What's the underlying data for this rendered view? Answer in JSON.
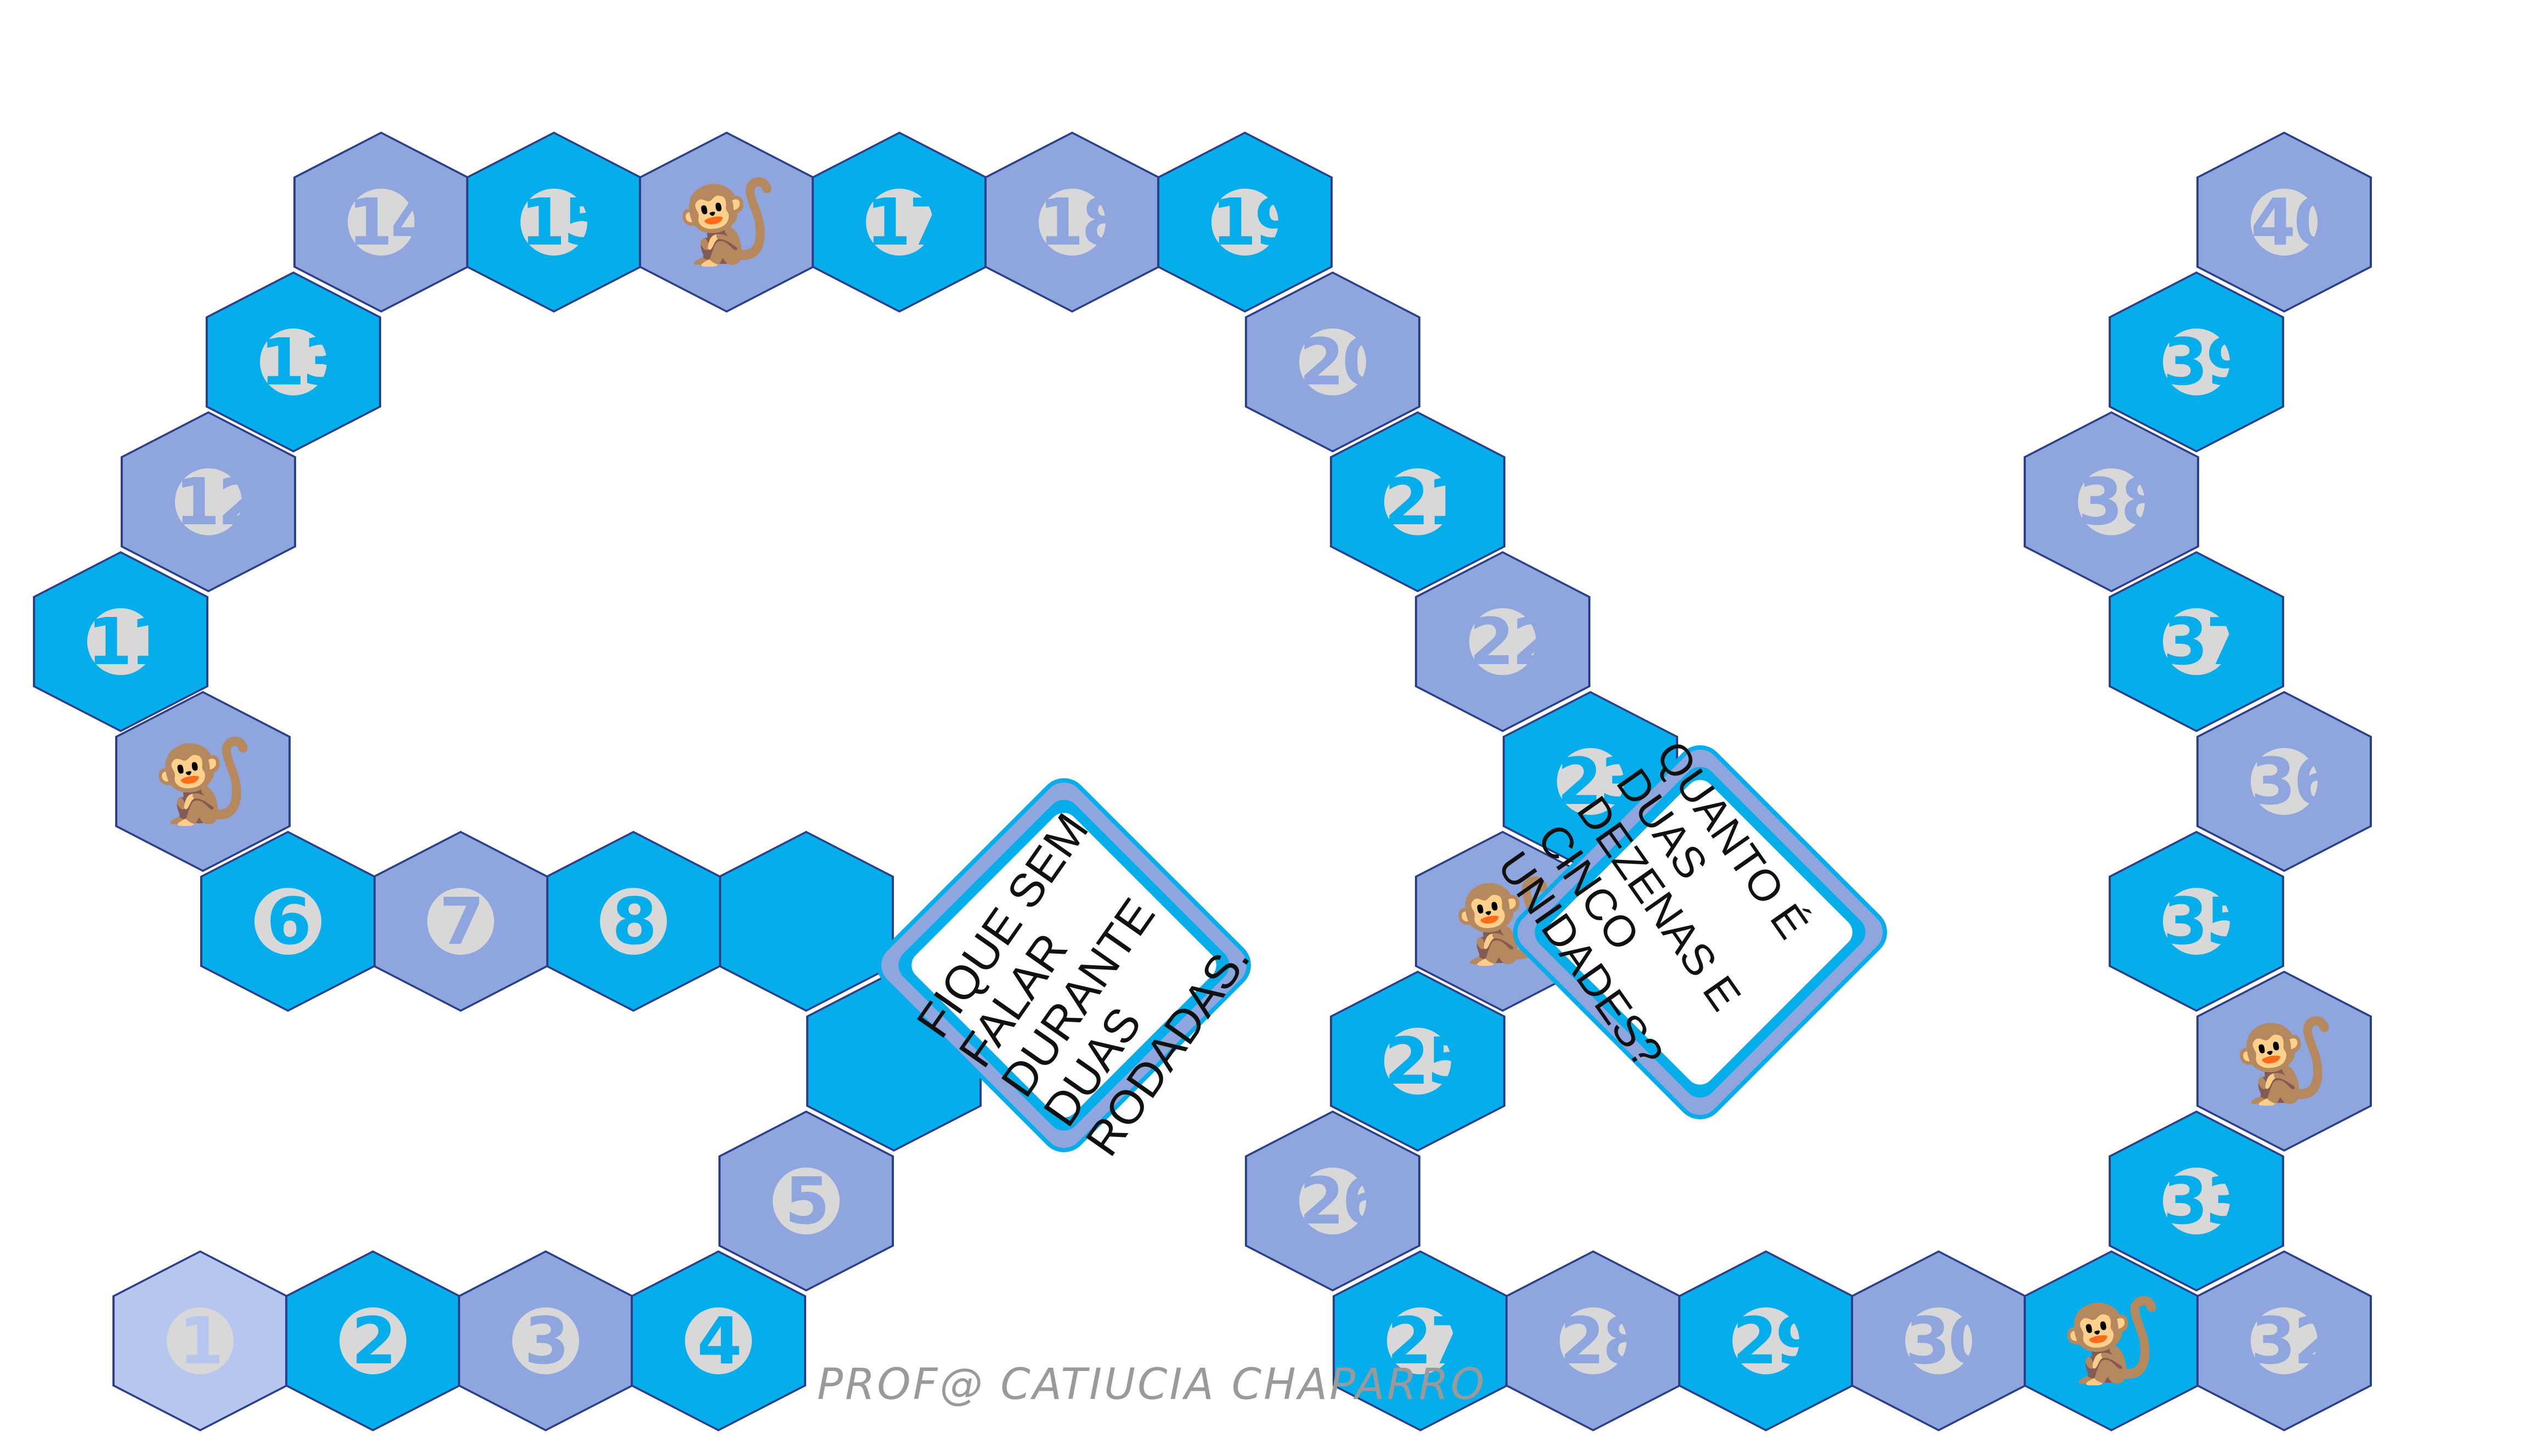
{
  "board": {
    "tiles": [
      {
        "label": "1",
        "style": "pale"
      },
      {
        "label": "2",
        "style": "blue"
      },
      {
        "label": "3",
        "style": "light"
      },
      {
        "label": "4",
        "style": "blue"
      },
      {
        "label": "5",
        "style": "light"
      },
      {
        "label": "",
        "style": "blue"
      },
      {
        "label": "",
        "style": "blue"
      },
      {
        "label": "8",
        "style": "blue"
      },
      {
        "label": "7",
        "style": "light"
      },
      {
        "label": "6",
        "style": "blue"
      },
      {
        "label": "monkey",
        "style": "light"
      },
      {
        "label": "11",
        "style": "blue"
      },
      {
        "label": "12",
        "style": "light"
      },
      {
        "label": "13",
        "style": "blue"
      },
      {
        "label": "14",
        "style": "light"
      },
      {
        "label": "15",
        "style": "blue"
      },
      {
        "label": "monkey",
        "style": "light"
      },
      {
        "label": "17",
        "style": "blue"
      },
      {
        "label": "18",
        "style": "light"
      },
      {
        "label": "19",
        "style": "blue"
      },
      {
        "label": "20",
        "style": "light"
      },
      {
        "label": "21",
        "style": "blue"
      },
      {
        "label": "22",
        "style": "light"
      },
      {
        "label": "23",
        "style": "blue"
      },
      {
        "label": "monkey",
        "style": "light"
      },
      {
        "label": "25",
        "style": "blue"
      },
      {
        "label": "26",
        "style": "light"
      },
      {
        "label": "27",
        "style": "blue"
      },
      {
        "label": "28",
        "style": "light"
      },
      {
        "label": "29",
        "style": "blue"
      },
      {
        "label": "30",
        "style": "light"
      },
      {
        "label": "monkey",
        "style": "blue"
      },
      {
        "label": "32",
        "style": "light"
      },
      {
        "label": "33",
        "style": "blue"
      },
      {
        "label": "monkey",
        "style": "light"
      },
      {
        "label": "35",
        "style": "blue"
      },
      {
        "label": "36",
        "style": "light"
      },
      {
        "label": "37",
        "style": "blue"
      },
      {
        "label": "38",
        "style": "light"
      },
      {
        "label": "39",
        "style": "blue"
      },
      {
        "label": "40",
        "style": "light"
      }
    ]
  },
  "cards": [
    {
      "lines": [
        "FIQUE SEM",
        "FALAR",
        "DURANTE",
        "DUAS",
        "RODADAS."
      ]
    },
    {
      "lines": [
        "QUANTO É",
        "DUAS",
        "DEZENAS E",
        "CINCO",
        "UNIDADES?"
      ]
    }
  ],
  "credit": "PROF@ CATIUCIA CHAPARRO",
  "colors": {
    "blue": "#05aeea",
    "light": "#8fa5de",
    "pale": "#b6c6ee",
    "edge": "#2b3f8a"
  }
}
